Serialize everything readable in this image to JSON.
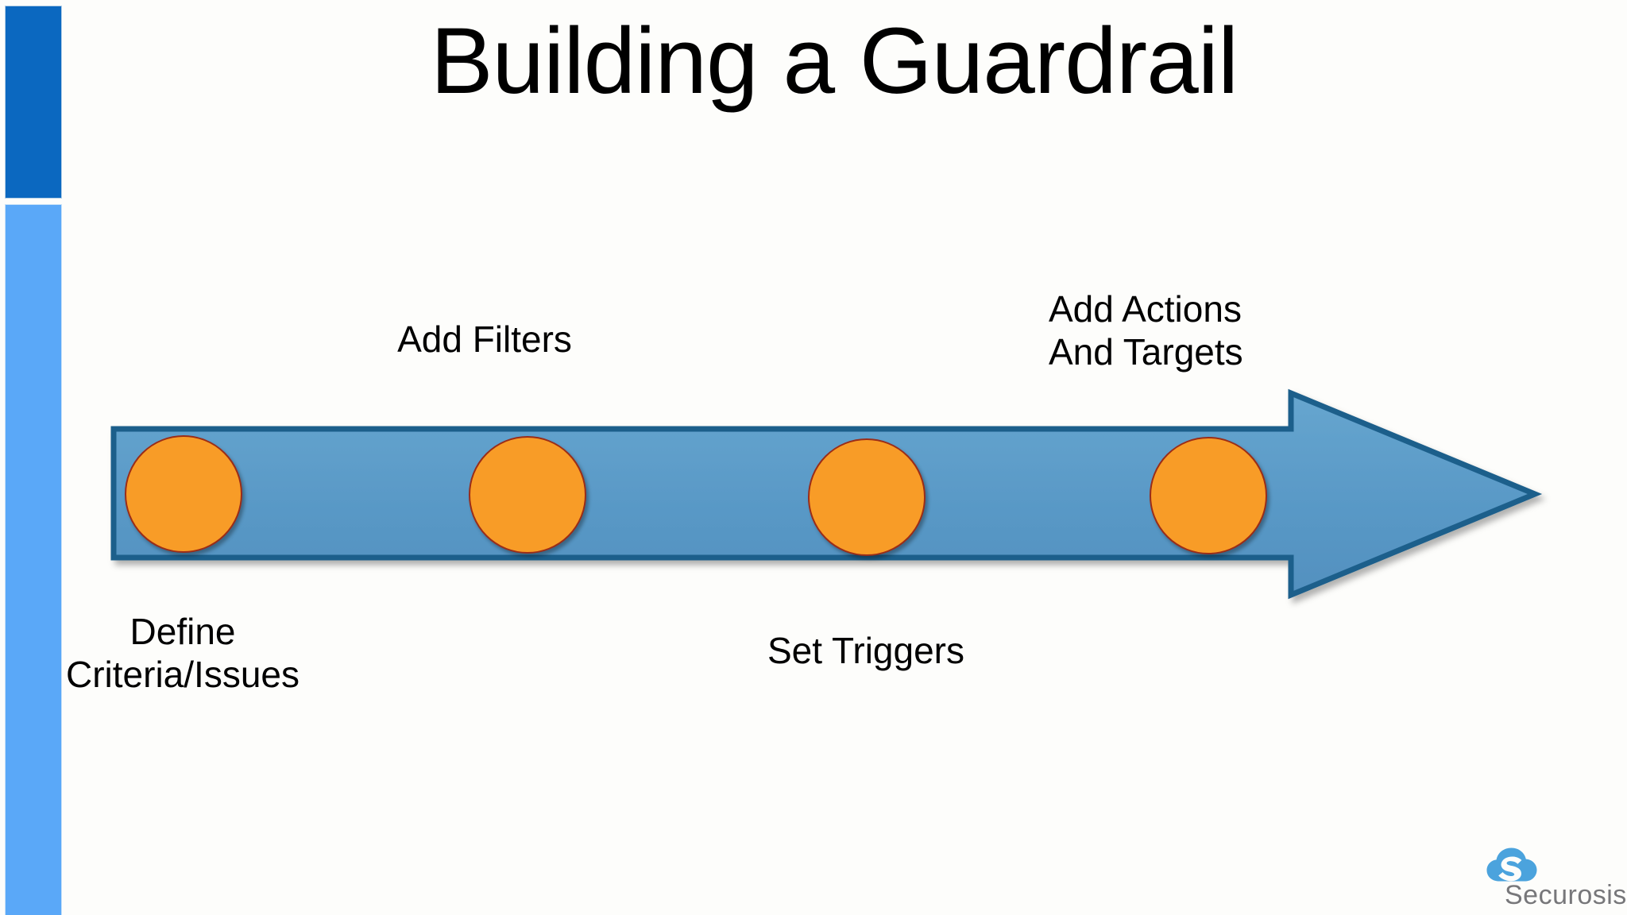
{
  "slide": {
    "title": "Building a Guardrail",
    "background_color": "#fdfdfb"
  },
  "accent_bars": {
    "top_color": "#0b68c0",
    "bottom_color": "#5aa8f8"
  },
  "diagram": {
    "type": "process-arrow",
    "arrow": {
      "fill_color": "#5b9bc8",
      "border_color": "#1f5f8b",
      "direction": "right"
    },
    "milestone_color": "#f89c27",
    "milestone_border_color": "#9b2d18",
    "steps": [
      {
        "id": "define",
        "label": "Define\nCriteria/Issues",
        "label_position": "below"
      },
      {
        "id": "filters",
        "label": "Add Filters",
        "label_position": "above"
      },
      {
        "id": "triggers",
        "label": "Set Triggers",
        "label_position": "below"
      },
      {
        "id": "actions",
        "label": "Add Actions\nAnd Targets",
        "label_position": "above"
      }
    ]
  },
  "logo": {
    "wordmark": "Securosis",
    "mark_color": "#4ba3dd",
    "word_color": "#77777a"
  }
}
